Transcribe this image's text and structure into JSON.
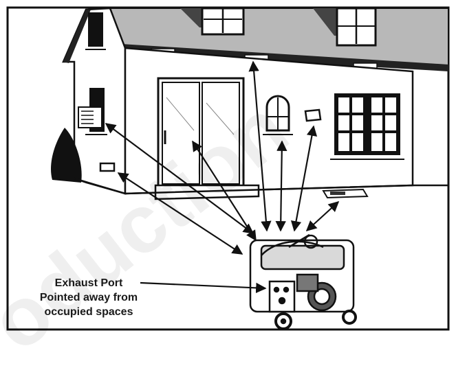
{
  "callout": {
    "line1": "Exhaust Port",
    "line2": "Pointed away from",
    "line3": "occupied spaces"
  },
  "watermark": "oduction"
}
